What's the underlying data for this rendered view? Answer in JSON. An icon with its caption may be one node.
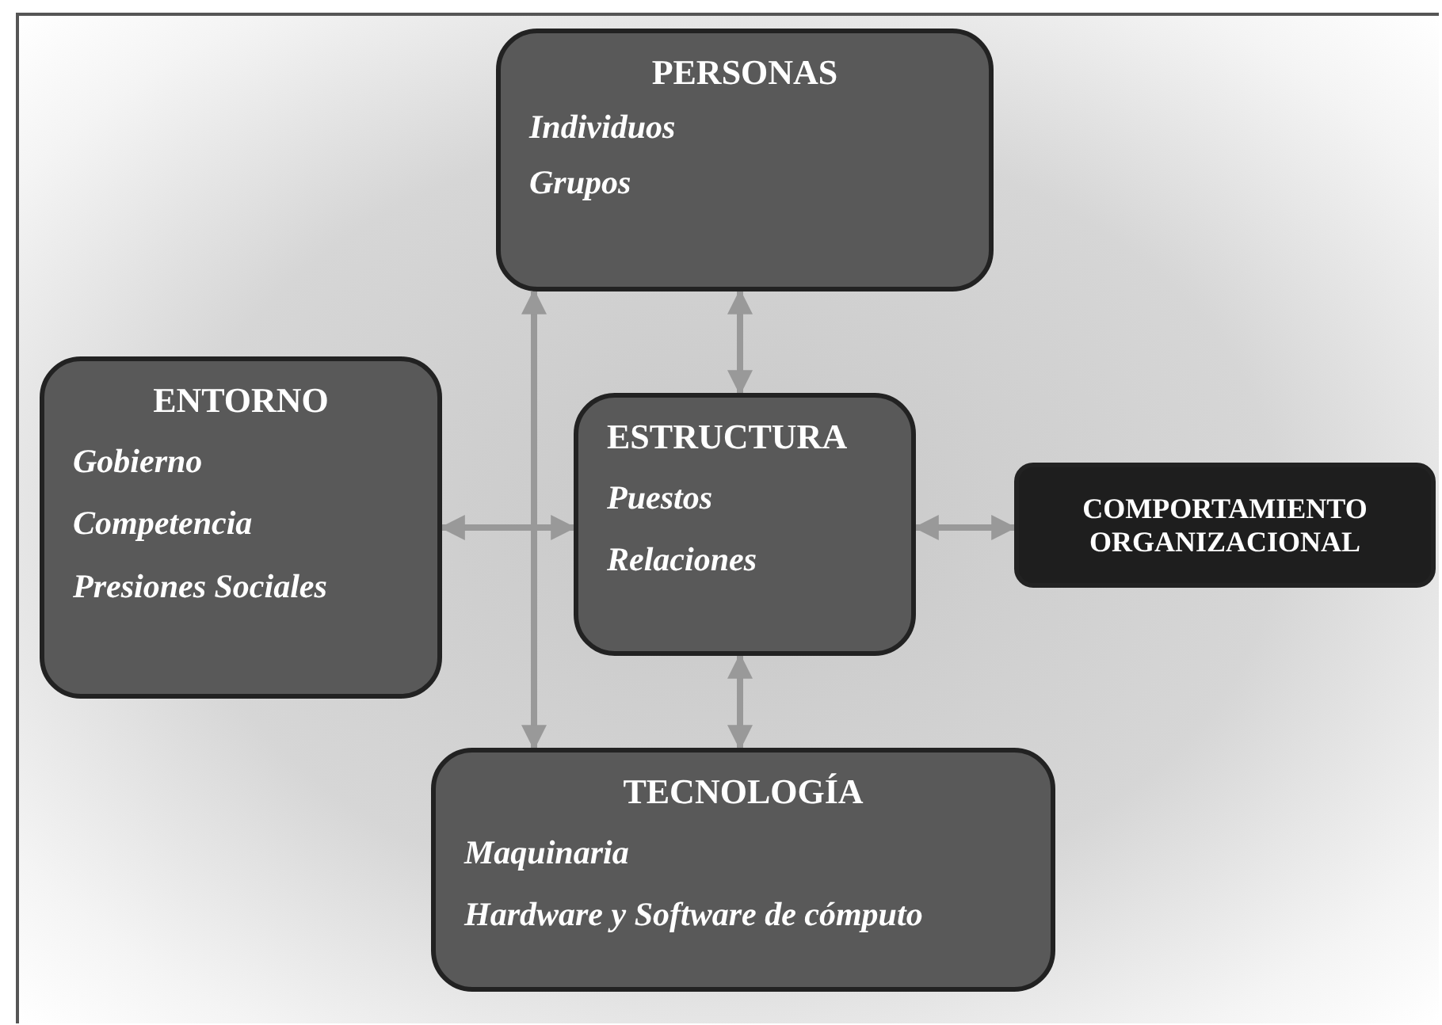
{
  "diagram": {
    "nodes": [
      {
        "text": [
          "PERSONAS",
          "Individuos",
          "Grupos"
        ]
      },
      {
        "text": [
          "ENTORNO",
          "Gobierno",
          "Competencia",
          "Presiones Sociales"
        ]
      },
      {
        "text": [
          "ESTRUCTURA",
          "Puestos",
          "Relaciones"
        ]
      },
      {
        "text": [
          "COMPORTAMIENTO ORGANIZACIONAL"
        ]
      },
      {
        "text": [
          "TECNOLOGÍA",
          "Maquinaria",
          "Hardware y Software de cómputo"
        ]
      }
    ],
    "edges": [
      {
        "from": 0,
        "to": 2,
        "arrow": "both"
      },
      {
        "from": 1,
        "to": 2,
        "arrow": "both"
      },
      {
        "from": 2,
        "to": 3,
        "arrow": "both"
      },
      {
        "from": 2,
        "to": 4,
        "arrow": "both"
      },
      {
        "from": 0,
        "to": 4,
        "arrow": "both"
      }
    ]
  }
}
